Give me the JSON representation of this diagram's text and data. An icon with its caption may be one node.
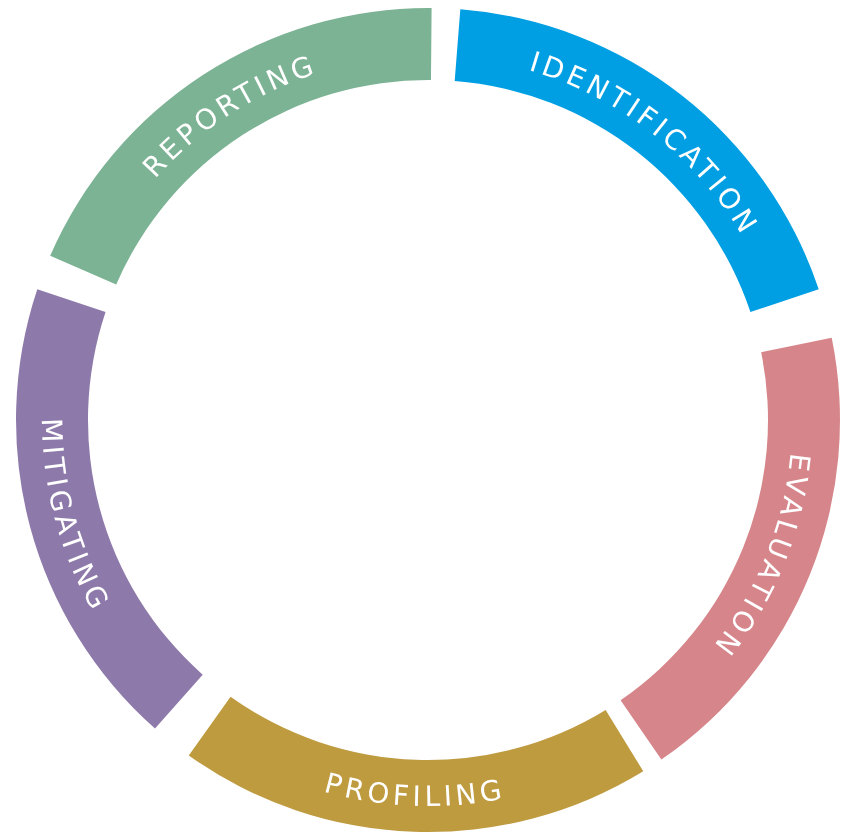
{
  "diagram": {
    "nodes": [
      {
        "text": [
          "IDENTIFICATION"
        ]
      },
      {
        "text": [
          "EVALUATION"
        ]
      },
      {
        "text": [
          "PROFILING"
        ]
      },
      {
        "text": [
          "MITIGATING"
        ]
      },
      {
        "text": [
          "REPORTING"
        ]
      }
    ]
  }
}
